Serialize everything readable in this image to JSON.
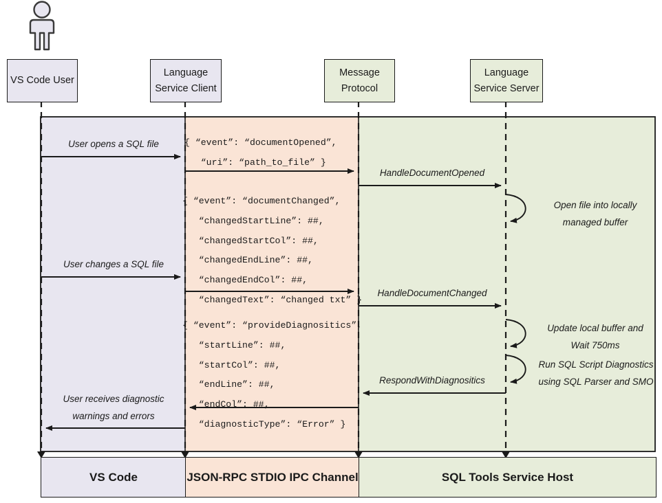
{
  "diagram": {
    "title": "SQL Tools Service sequence diagram",
    "actor": {
      "name": "vs-code-user-actor"
    },
    "colors": {
      "lavender": "#e8e6f0",
      "peach": "#fae4d6",
      "green": "#e7edda",
      "stroke": "#1a1a1a",
      "actor_fill": "#e8e6f0"
    },
    "participants": [
      {
        "id": "user",
        "lines": [
          "VS Code User"
        ],
        "fill": "#e8e6f0"
      },
      {
        "id": "client",
        "lines": [
          "Language",
          "Service Client"
        ],
        "fill": "#e8e6f0"
      },
      {
        "id": "proto",
        "lines": [
          "Message",
          "Protocol"
        ],
        "fill": "#e7edda"
      },
      {
        "id": "server",
        "lines": [
          "Language",
          "Service Server"
        ],
        "fill": "#e7edda"
      }
    ],
    "bands": [
      {
        "id": "band-vs-code",
        "label": "VS Code",
        "fill": "#e8e6f0"
      },
      {
        "id": "band-jsonrpc",
        "label": "JSON-RPC STDIO IPC Channel",
        "fill": "#fae4d6"
      },
      {
        "id": "band-sqltools",
        "label": "SQL Tools Service Host",
        "fill": "#e7edda"
      }
    ],
    "messages": [
      {
        "id": "msg-user-opens",
        "text": "User opens a SQL file",
        "direction": "right"
      },
      {
        "id": "msg-user-changes",
        "text": "User changes a SQL file",
        "direction": "right"
      },
      {
        "id": "msg-user-receives",
        "text": "User receives diagnostic\nwarnings and errors",
        "direction": "left"
      },
      {
        "id": "msg-handle-opened",
        "text": "HandleDocumentOpened",
        "direction": "right"
      },
      {
        "id": "msg-handle-changed",
        "text": "HandleDocumentChanged",
        "direction": "right"
      },
      {
        "id": "msg-respond-diag",
        "text": "RespondWithDiagnositics",
        "direction": "left"
      }
    ],
    "payloads": [
      {
        "id": "payload-document-opened",
        "text": "{ “event”: “documentOpened”,\n   “uri”: “path_to_file” }"
      },
      {
        "id": "payload-document-changed",
        "text": "{ “event”: “documentChanged”,\n   “changedStartLine”: ##,\n   “changedStartCol”: ##,\n   “changedEndLine”: ##,\n   “changedEndCol”: ##,\n   “changedText”: “changed txt” }"
      },
      {
        "id": "payload-provide-diagnostics",
        "text": "{ “event”: “provideDiagnositics”,\n   “startLine”: ##,\n   “startCol”: ##,\n   “endLine”: ##,\n   “endCol”: ##,\n   “diagnosticType”: “Error” }"
      }
    ],
    "self_notes": [
      {
        "id": "note-open-file",
        "text": "Open file into locally\nmanaged buffer"
      },
      {
        "id": "note-update-wait",
        "text": "Update local buffer and\nWait 750ms"
      },
      {
        "id": "note-run-diag",
        "text": "Run SQL Script Diagnostics\nusing SQL Parser and SMO"
      }
    ]
  }
}
